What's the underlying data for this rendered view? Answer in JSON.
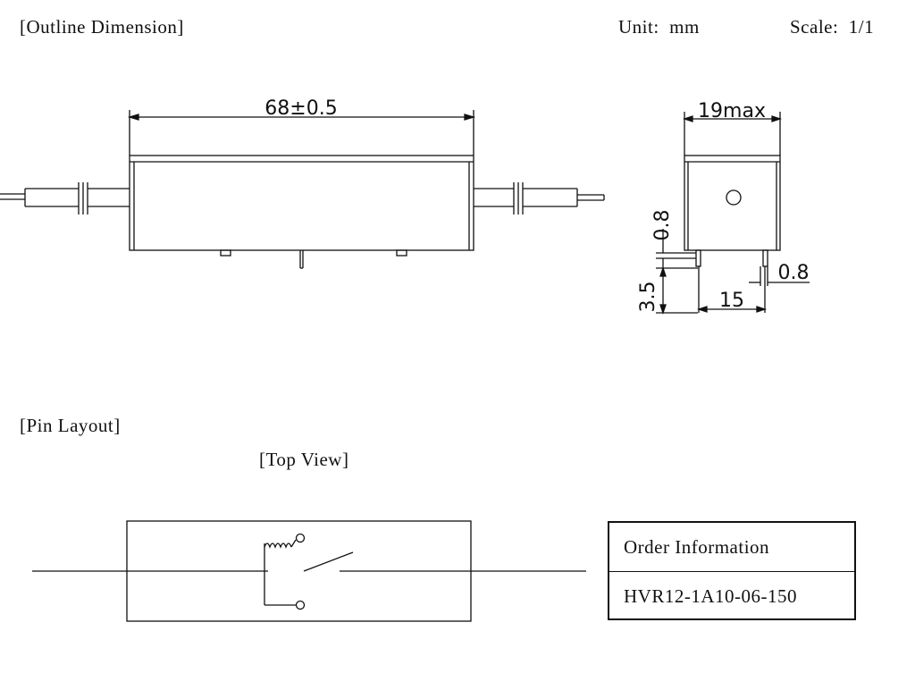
{
  "header": {
    "title": "[Outline Dimension]",
    "unit": "Unit:  mm",
    "scale": "Scale:  1/1"
  },
  "dimensions": {
    "length": "68±0.5",
    "width": "19max",
    "pin_thickness": "0.8",
    "pin_height": "3.5",
    "pin_spacing": "15",
    "pin_width": "0.8"
  },
  "pin_layout": {
    "title": "[Pin Layout]",
    "view": "[Top View]"
  },
  "order": {
    "label": "Order Information",
    "part_number": "HVR12-1A10-06-150"
  }
}
